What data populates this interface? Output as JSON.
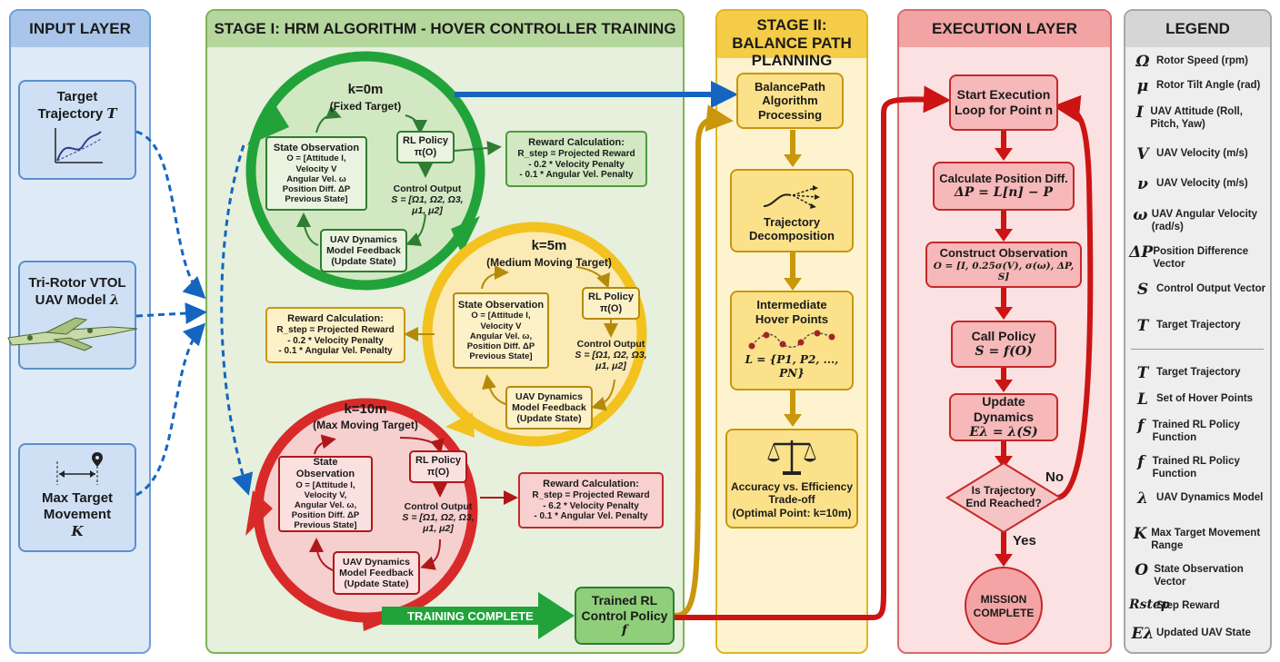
{
  "panels": {
    "input": "INPUT LAYER",
    "stage1": "STAGE I: HRM ALGORITHM - HOVER CONTROLLER TRAINING",
    "stage2": "STAGE II: BALANCE PATH PLANNING",
    "execution": "EXECUTION LAYER",
    "legend": "LEGEND"
  },
  "input": {
    "target": {
      "line1": "Target",
      "line2": "Trajectory",
      "sym": "T"
    },
    "uav": {
      "line1": "Tri-Rotor VTOL",
      "line2": "UAV Model",
      "sym": "λ"
    },
    "maxmove": {
      "line1": "Max Target",
      "line2": "Movement",
      "sym": "K"
    }
  },
  "loops": [
    {
      "title": "k=0m",
      "subtitle": "(Fixed Target)",
      "state_title": "State Observation",
      "state_lines": [
        "O = [Attitude I,",
        "Velocity V",
        "Angular Vel. ω",
        "Position Diff. ΔP",
        "Previous State]"
      ],
      "policy": "RL Policy",
      "policy_fn": "π(O)",
      "control_title": "Control Output",
      "control_fn": "S = [Ω1, Ω2, Ω3,",
      "control_fn2": "μ1, μ2]",
      "dyn": [
        "UAV Dynamics",
        "Model Feedback",
        "(Update State)"
      ]
    },
    {
      "title": "k=5m",
      "subtitle": "(Medium Moving Target)",
      "state_title": "State Observation",
      "state_lines": [
        "O = [Attitude I,",
        "Velocity V",
        "Angular Vel. ω,",
        "Position Diff. ΔP",
        "Previous State]"
      ],
      "policy": "RL Policy",
      "policy_fn": "π(O)",
      "control_title": "Control Output",
      "control_fn": "S = [Ω1, Ω2, Ω3,",
      "control_fn2": "μ1, μ2]",
      "dyn": [
        "UAV Dynamics",
        "Model Feedback",
        "(Update State)"
      ]
    },
    {
      "title": "k=10m",
      "subtitle": "(Max Moving Target)",
      "state_title": "State Observation",
      "state_lines": [
        "O = [Attitude I,",
        "Velocity V,",
        "Angular Vel. ω,",
        "Position Diff. ΔP",
        "Previous State]"
      ],
      "policy": "RL Policy",
      "policy_fn": "π(O)",
      "control_title": "Control Output",
      "control_fn": "S = [Ω1, Ω2, Ω3,",
      "control_fn2": "μ1, μ2]",
      "dyn": [
        "UAV Dynamics",
        "Model Feedback",
        "(Update State)"
      ]
    }
  ],
  "rewards": [
    {
      "title": "Reward Calculation:",
      "l1": "R_step = Projected Reward",
      "l2": "- 0.2 * Velocity Penalty",
      "l3": "- 0.1 * Angular Vel. Penalty"
    },
    {
      "title": "Reward Calculation:",
      "l1": "R_step = Projected Reward",
      "l2": "- 0.2 * Velocity Penalty",
      "l3": "- 0.1 * Angular Vel. Penalty"
    },
    {
      "title": "Reward Calculation:",
      "l1": "R_step = Projected Reward",
      "l2": "- 6.2 * Velocity Penalty",
      "l3": "- 0.1 * Angular Vel. Penalty"
    }
  ],
  "training_complete": "TRAINING COMPLETE",
  "trained_policy": {
    "line1": "Trained RL",
    "line2": "Control Policy",
    "sym": "f"
  },
  "stage2": {
    "balance": [
      "BalancePath",
      "Algorithm",
      "Processing"
    ],
    "decomp": [
      "Trajectory",
      "Decomposition"
    ],
    "hover": [
      "Intermediate",
      "Hover Points"
    ],
    "hover_formula": "L = {P1, P2, ..., PN}",
    "tradeoff": [
      "Accuracy vs. Efficiency",
      "Trade-off",
      "(Optimal Point: k=10m)"
    ]
  },
  "execution": {
    "start": [
      "Start Execution",
      "Loop for Point n"
    ],
    "calc": [
      "Calculate Position Diff.",
      "ΔP = L[n] − P"
    ],
    "construct": [
      "Construct Observation",
      "O = [I, 0.25σ(V), σ(ω), ΔP, S]"
    ],
    "call": [
      "Call Policy",
      "S = f(O)"
    ],
    "update": [
      "Update Dynamics",
      "Eλ = λ(S)"
    ],
    "decision": [
      "Is Trajectory",
      "End Reached?"
    ],
    "no": "No",
    "yes": "Yes",
    "complete": [
      "MISSION",
      "COMPLETE"
    ]
  },
  "legend": {
    "items": [
      {
        "sym": "Ω",
        "text": "Rotor Speed (rpm)"
      },
      {
        "sym": "μ",
        "text": "Rotor Tilt Angle (rad)"
      },
      {
        "sym": "I",
        "text": "UAV Attitude (Roll, Pitch, Yaw)"
      },
      {
        "sym": "V",
        "text": "UAV Velocity (m/s)"
      },
      {
        "sym": "ν",
        "text": "UAV Velocity (m/s)"
      },
      {
        "sym": "ω",
        "text": "UAV Angular Velocity (rad/s)"
      },
      {
        "sym": "ΔP",
        "text": "Position Difference Vector"
      },
      {
        "sym": "S",
        "text": "Control Output Vector"
      },
      {
        "sym": "T",
        "text": "Target Trajectory"
      }
    ],
    "items2": [
      {
        "sym": "T",
        "text": "Target Trajectory"
      },
      {
        "sym": "L",
        "text": "Set of Hover Points"
      },
      {
        "sym": "f",
        "text": "Trained RL Policy Function"
      },
      {
        "sym": "f",
        "text": "Trained RL Policy Function"
      },
      {
        "sym": "λ",
        "text": "UAV Dynamics Model"
      },
      {
        "sym": "K",
        "text": "Max Target Movement Range"
      },
      {
        "sym": "O",
        "text": "State Observation Vector"
      },
      {
        "sym": "Rstep",
        "text": "Step Reward"
      },
      {
        "sym": "Eλ",
        "text": "Updated UAV State"
      }
    ]
  },
  "colors": {
    "blue_panel": "#dfeaf7",
    "blue_head": "#a9c6ea",
    "green_panel": "#e6f0dc",
    "green_head": "#b5d69c",
    "yellow_panel": "#fdf3cf",
    "yellow_head": "#f5cc47",
    "red_panel": "#fbe1e1",
    "red_head": "#f2a3a3",
    "gray_panel": "#eeeeee",
    "gray_head": "#d6d6d6",
    "green_ring": "#22a33a",
    "yellow_ring": "#f3c21f",
    "red_ring": "#d92a2a",
    "arrow_blue": "#1565c0",
    "arrow_gold": "#c9960c",
    "arrow_red": "#cc1414"
  }
}
